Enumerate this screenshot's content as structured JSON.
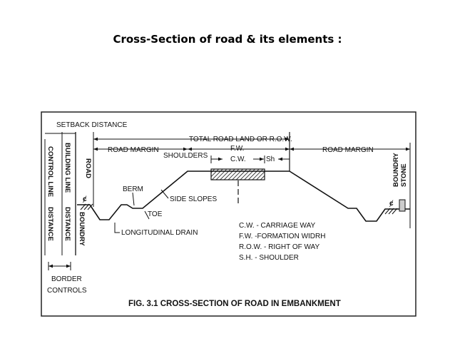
{
  "slide": {
    "title": "Cross-Section of road & its elements :"
  },
  "figure": {
    "caption": "FIG. 3.1 CROSS-SECTION OF ROAD IN EMBANKMENT",
    "labels": {
      "setback": "SETBACK DISTANCE",
      "total_road_land": "TOTAL ROAD LAND OR R.O.W.",
      "road_margin_left": "ROAD MARGIN",
      "road_margin_right": "ROAD MARGIN",
      "fw": "F.W.",
      "shoulders": "SHOULDERS",
      "cw": "C.W.",
      "sh": "Sh",
      "berm": "BERM",
      "side_slopes": "SIDE SLOPES",
      "toe": "TOE",
      "longitudinal_drain": "LONGITUDINAL DRAIN",
      "road": "ROAD",
      "boundry": "BOUNDRY",
      "building_line": "BUILDING LINE",
      "distance": "DISTANCE",
      "control_line": "CONTROL LINE",
      "distance2": "DISTANCE",
      "boundry_stone": "BOUNDRY",
      "stone": "STONE",
      "border_controls_1": "BORDER",
      "border_controls_2": "CONTROLS",
      "cl_symbol_left": "ȼ",
      "cl_symbol_right": "ȼ"
    },
    "legend": [
      "C.W. - CARRIAGE WAY",
      "F.W. -FORMATION WIDRH",
      "R.O.W. - RIGHT OF WAY",
      "S.H. - SHOULDER"
    ]
  }
}
